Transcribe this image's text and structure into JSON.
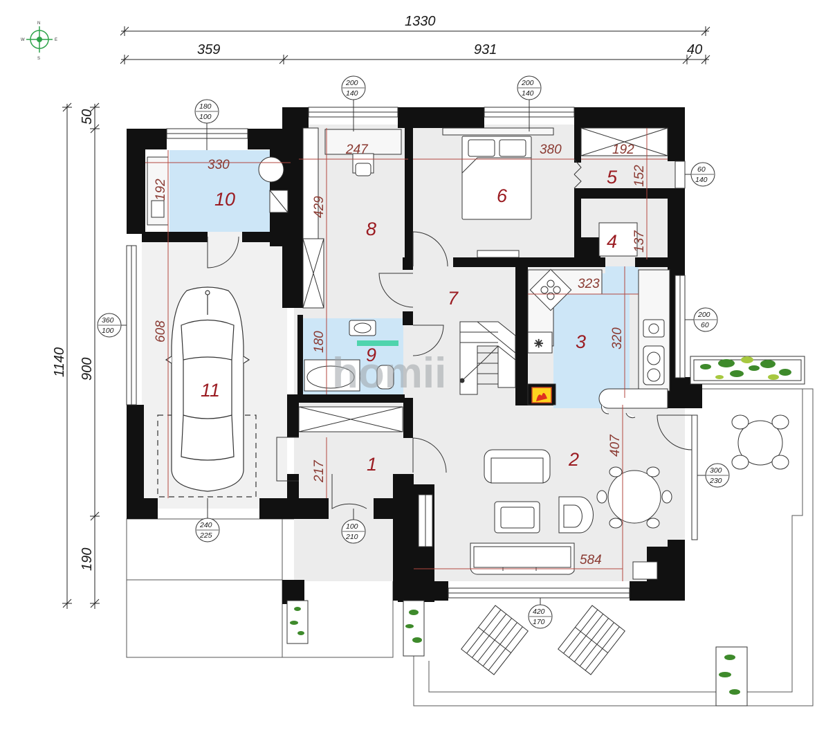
{
  "compass": {
    "n": "N",
    "s": "S",
    "e": "E",
    "w": "W"
  },
  "watermark": "homii",
  "outer_dims": {
    "total_width": "1330",
    "seg_left": "359",
    "seg_mid": "931",
    "seg_right": "40",
    "total_height": "1140",
    "seg_top": "50",
    "seg_main": "900",
    "seg_bottom": "190"
  },
  "rooms": [
    {
      "num": "1"
    },
    {
      "num": "2"
    },
    {
      "num": "3"
    },
    {
      "num": "4"
    },
    {
      "num": "5"
    },
    {
      "num": "6"
    },
    {
      "num": "7"
    },
    {
      "num": "8"
    },
    {
      "num": "9"
    },
    {
      "num": "10"
    },
    {
      "num": "11"
    }
  ],
  "inner_dims": {
    "r10_w": "330",
    "r10_h": "192",
    "r8_w": "247",
    "r8_h": "429",
    "r6_w": "380",
    "r5_w": "192",
    "r5_h": "152",
    "r4_h": "137",
    "r3_w": "323",
    "r3_h": "320",
    "r11_h": "608",
    "r9_h": "180",
    "r1_h": "217",
    "r2_h": "407",
    "r2_w": "584"
  },
  "openings": [
    {
      "top": "180",
      "bottom": "100"
    },
    {
      "top": "200",
      "bottom": "140"
    },
    {
      "top": "200",
      "bottom": "140"
    },
    {
      "top": "60",
      "bottom": "140"
    },
    {
      "top": "360",
      "bottom": "100"
    },
    {
      "top": "200",
      "bottom": "60"
    },
    {
      "top": "300",
      "bottom": "230"
    },
    {
      "top": "240",
      "bottom": "225"
    },
    {
      "top": "100",
      "bottom": "210"
    },
    {
      "top": "420",
      "bottom": "170"
    }
  ],
  "colors": {
    "wall": "#111111",
    "floor": "#ececec",
    "wet_room": "#cde6f7",
    "dimension_text": "#8a3a32",
    "room_number": "#9b1c22",
    "watermark_accent": "#2fcf9a"
  }
}
